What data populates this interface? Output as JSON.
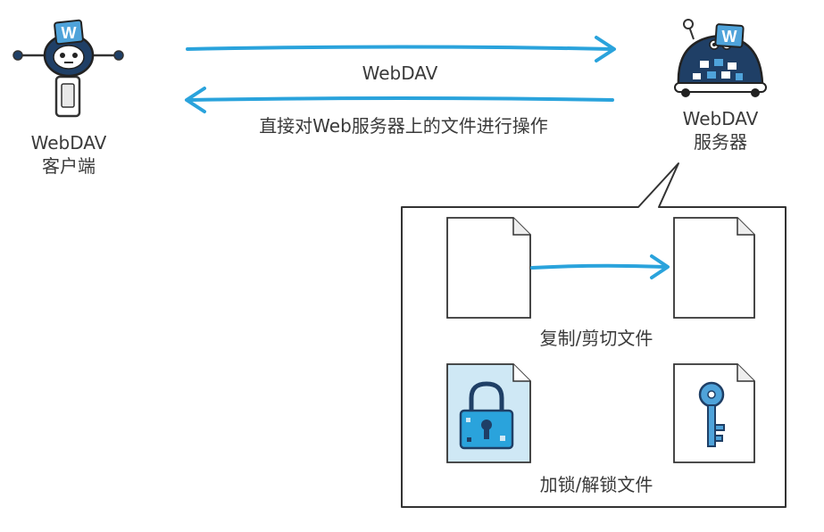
{
  "client": {
    "name_line1": "WebDAV",
    "name_line2": "客户端",
    "badge_letter": "W"
  },
  "server": {
    "name_line1": "WebDAV",
    "name_line2": "服务器",
    "badge_letter": "W"
  },
  "arrows": {
    "top_label": "WebDAV",
    "bottom_label": "直接对Web服务器上的文件进行操作"
  },
  "callout": {
    "copy_cut_label": "复制/剪切文件",
    "lock_unlock_label": "加锁/解锁文件"
  },
  "colors": {
    "accent_blue": "#2aa3dc",
    "robot_navy": "#1f3f66",
    "badge_blue": "#4fa3da",
    "lock_fill": "#cfe8f5",
    "outline": "#333333"
  },
  "icons": {
    "client": "robot-client-icon",
    "server": "robot-server-icon",
    "file": "document-icon",
    "lock": "padlock-icon",
    "key": "key-icon"
  }
}
